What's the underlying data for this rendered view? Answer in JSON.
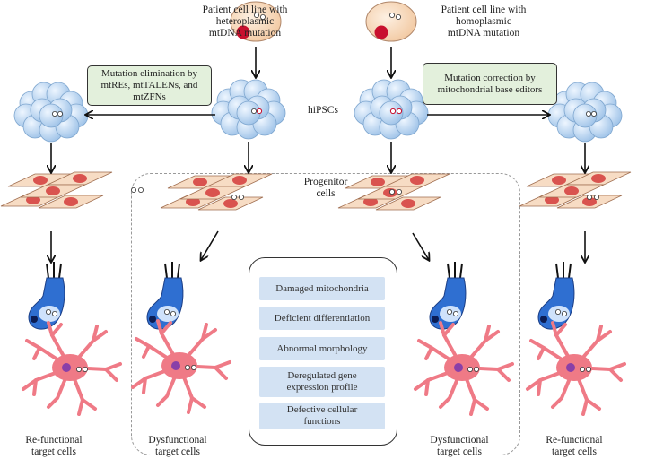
{
  "texts": {
    "patient_hetero": "Patient cell line with\nheteroplasmic\nmtDNA mutation",
    "patient_homo": "Patient cell line with\nhomoplasmic\nmtDNA mutation",
    "hipscs": "hiPSCs",
    "progenitor": "Progenitor\ncells",
    "elimination": "Mutation elimination by\nmtREs, mtTALENs, and\nmtZFNs",
    "correction": "Mutation correction by\nmitochondrial base editors",
    "refunctional_left": "Re-functional\ntarget cells",
    "dysfunctional_left": "Dysfunctional\ntarget cells",
    "dysfunctional_right": "Dysfunctional\ntarget cells",
    "refunctional_right": "Re-functional\ntarget cells"
  },
  "defects": [
    "Damaged mitochondria",
    "Deficient differentiation",
    "Abnormal morphology",
    "Deregulated gene\nexpression profile",
    "Defective cellular\nfunctions"
  ],
  "colors": {
    "cell_fill": "#f7dcc4",
    "cell_nucleus": "#d9534f",
    "mutation": "#c8102e",
    "cluster": "#bcd6ef",
    "cluster_edge": "#7ea6cf",
    "green_box": "#e3f0dc",
    "defect_box": "#d3e2f3",
    "neuron": "#ef7a86",
    "ciliated": "#2f6fd1"
  }
}
